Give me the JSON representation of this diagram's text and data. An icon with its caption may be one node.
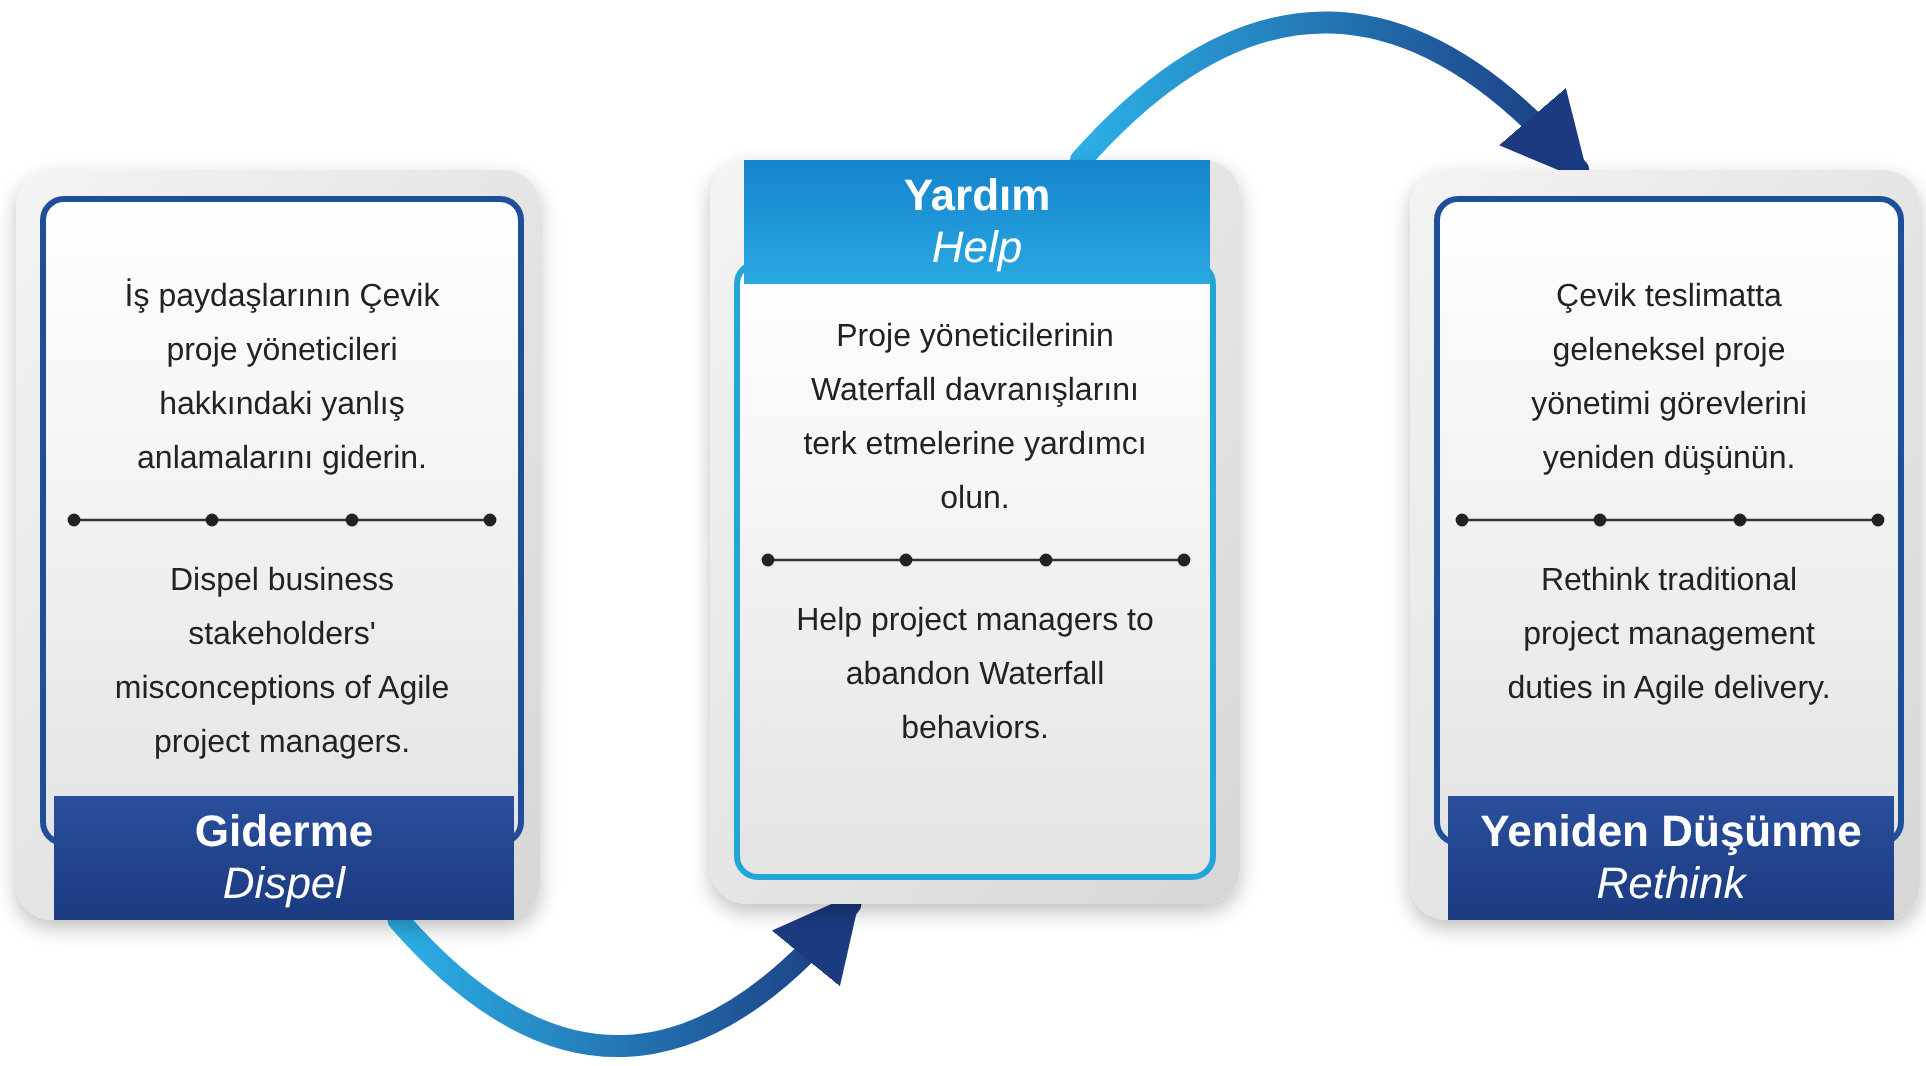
{
  "diagram": {
    "nodes": [
      {
        "text": [
          "İş paydaşlarının Çevik proje yöneticileri hakkındaki yanlış anlamalarını giderin.",
          "Dispel business stakeholders' misconceptions of Agile project managers.",
          "Giderme",
          "Dispel"
        ]
      },
      {
        "text": [
          "Yardım",
          "Help",
          "Proje yöneticilerinin Waterfall davranışlarını terk etmelerine yardımcı olun.",
          "Help project managers to abandon Waterfall behaviors."
        ]
      },
      {
        "text": [
          "Çevik teslimatta geleneksel proje yönetimi görevlerini yeniden düşünün.",
          "Rethink traditional project management duties in Agile delivery.",
          "Yeniden Düşünme",
          "Rethink"
        ]
      }
    ],
    "edges": [
      {
        "from": 0,
        "to": 1,
        "arrow": "to",
        "style": "thick"
      },
      {
        "from": 1,
        "to": 2,
        "arrow": "to",
        "style": "thick"
      }
    ]
  }
}
